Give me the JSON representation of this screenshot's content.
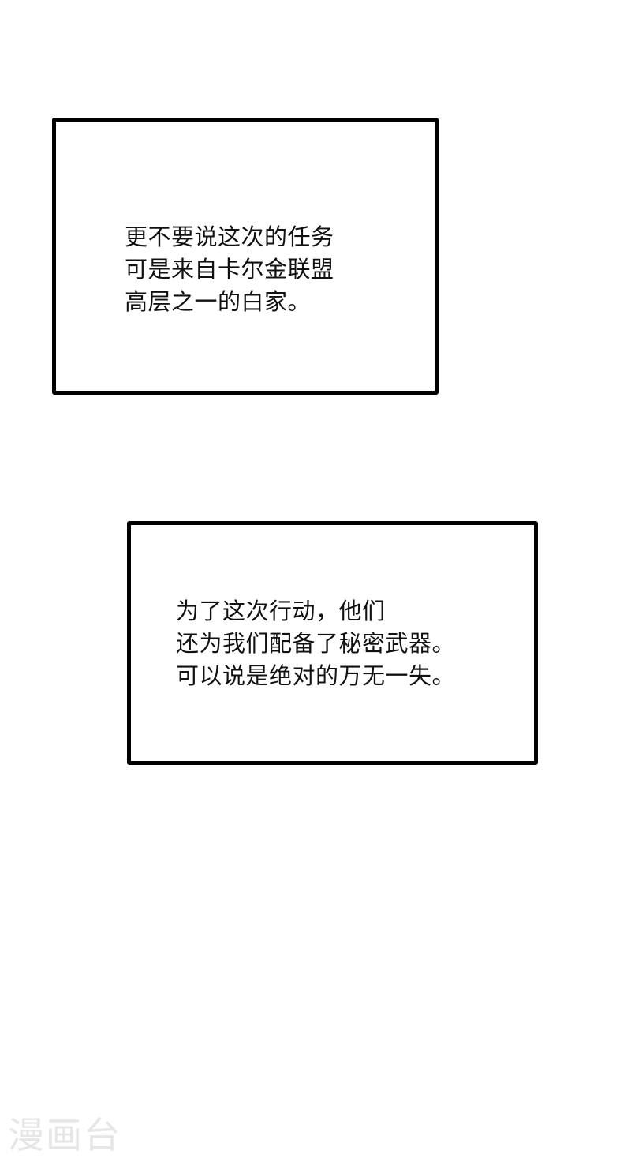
{
  "panels": [
    {
      "lines": [
        "更不要说这次的任务",
        "可是来自卡尔金联盟",
        "高层之一的白家。"
      ]
    },
    {
      "lines": [
        "为了这次行动，他们",
        "还为我们配备了秘密武器。",
        "可以说是绝对的万无一失。"
      ]
    }
  ],
  "watermark": {
    "text": "漫画台",
    "color": "#e6e6e6"
  },
  "colors": {
    "background": "#ffffff",
    "border": "#000000",
    "text": "#111111"
  }
}
